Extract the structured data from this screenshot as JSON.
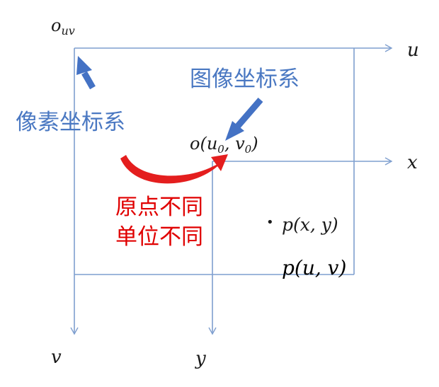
{
  "labels": {
    "origin_uv": "o",
    "origin_uv_sub": "uv",
    "axis_u": "u",
    "axis_v": "v",
    "axis_x": "x",
    "axis_y": "y",
    "origin_o": "o(u",
    "origin_o_sub0": "0",
    "origin_o_mid": ", v",
    "origin_o_sub1": "0",
    "origin_o_end": ")",
    "point_xy": "p(x, y)",
    "point_uv": "p(u, v)",
    "point_dot": "•"
  },
  "annotations": {
    "pixel_coord_system": "像素坐标系",
    "image_coord_system": "图像坐标系",
    "diff_origin": "原点不同",
    "diff_unit": "单位不同"
  },
  "colors": {
    "axis": "#7f9fcf",
    "blue_text": "#4a78c2",
    "blue_arrow": "#4472c4",
    "red": "#e00000",
    "red_arrow": "#e41e1e",
    "black": "#1a1a1a"
  }
}
